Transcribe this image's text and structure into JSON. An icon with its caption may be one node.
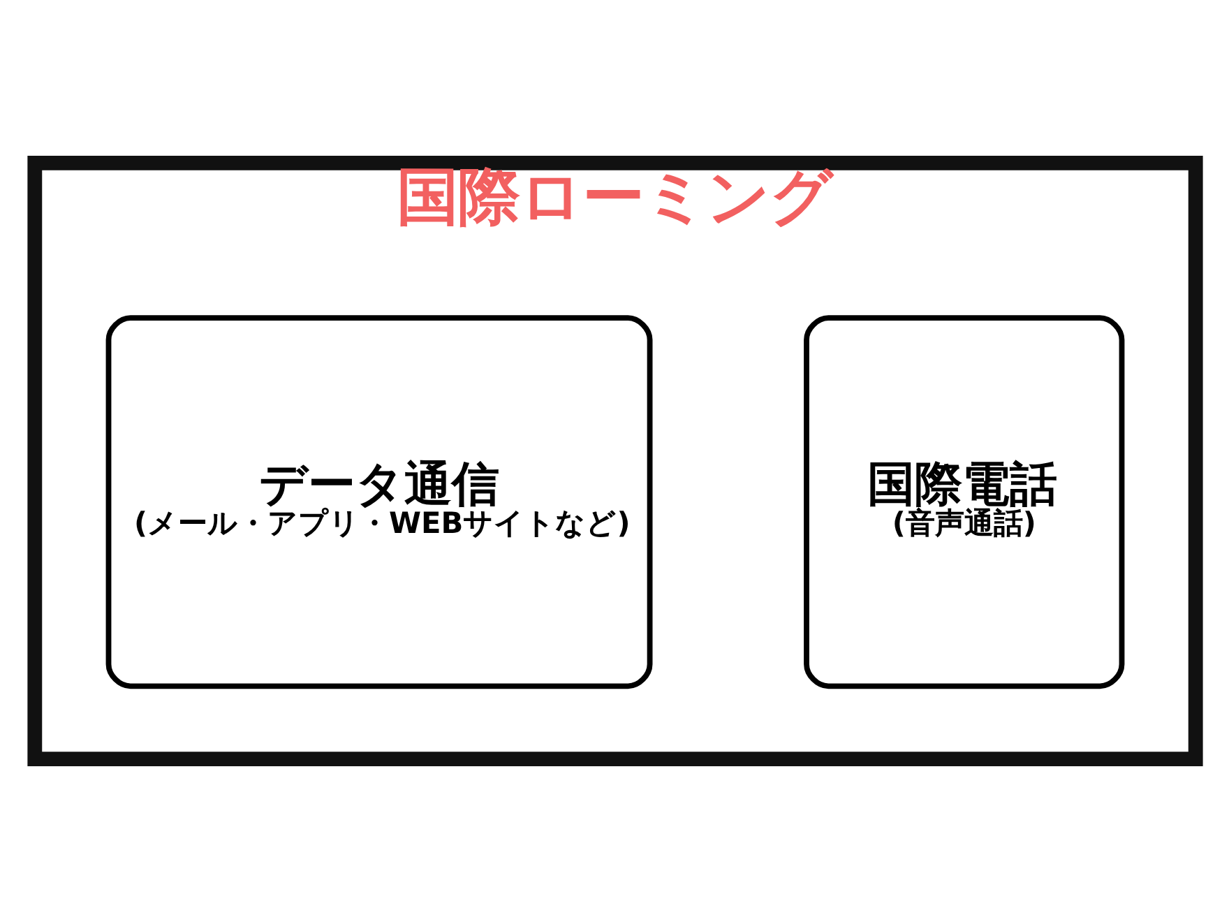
{
  "diagram": {
    "nodes": [
      {
        "text": [
          "国際ローミング"
        ]
      },
      {
        "text": [
          "国際電話",
          "(音声通話)"
        ],
        "in": 0
      },
      {
        "text": [
          "データ通信",
          "(メール・アプリ・WEBサイトなど)"
        ],
        "in": 0
      }
    ]
  }
}
